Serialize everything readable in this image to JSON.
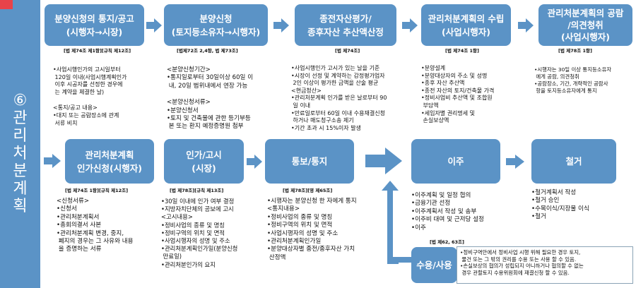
{
  "sidebar": {
    "label": "⑥관리처분계획"
  },
  "top_boxes": [
    {
      "line1": "분양신청의 통지/공고",
      "line2": "(시행자→시장)"
    },
    {
      "line1": "분양신청",
      "line2": "(토지등소유자→시행자)"
    },
    {
      "line1": "종전자산평가/",
      "line2": "종후자산 추산액산정"
    },
    {
      "line1": "관리처분계획의 수립",
      "line2": "(사업시행자)"
    },
    {
      "line1": "관리처분계획의 공람",
      "line2": "/의견청취",
      "line3": "(사업시행자)"
    }
  ],
  "top_laws": [
    "[법 제74조 제1항][규칙 제12조]",
    "[법제72조 2,4항, 법 제73조]",
    "[법 제74조]",
    "[법 제74조 1항]",
    "[법 제78조 1항]"
  ],
  "top_texts": [
    [
      "•사업시행인가의 고시일부터",
      " 120일 이내(사업시행계획인가",
      " 이후 시공자를 선정한 경우에",
      " 는 계약을 체결한 날)",
      "",
      "<통지/공고 내용>",
      "•대지 또는 공람장소에 관계",
      " 서류 비치"
    ],
    [
      "<분양신청기간>",
      "•통지일로부터 30일이상 60일 이",
      " 내, 20일 범위내에서 연장 가능",
      "",
      "<분양신청서류>",
      "•분양신청서",
      "•토지 및 건축물에 관한 등기부등",
      " 본 또는 환지 예정증명원 첨부"
    ],
    [
      "•사업시행인가 고시가 있는 날을 기준",
      "•시장이 선정 및 계약하는 감정평가업자",
      " 2인 이상이 평가한 금액을 산술 평균",
      "<현금청산>",
      "•관리처분계획 인가를 받은 날로부터 90",
      " 일 이내",
      "•만료일로부터 60일 이내 수용재결신청",
      " 하거나 매도청구소송 제기",
      "•기간 초과 시 15%이자 발생"
    ],
    [
      "•분양설계",
      "•분양대상자의 주소 및 성명",
      "•종후 자산 추산액",
      "•종전 자산의 토지/건축물 가격",
      "•정비사업비 추산액 및 조합원",
      " 부담액",
      "•세입자별 권리명세 및",
      " 손실보상액"
    ],
    [
      "•시행자는 30일 이상 통지등소유자",
      " 에게 공람, 의견청취",
      "•공람장소, 기간, 개략적인 공람사",
      " 항을 토지등소유자에게 통지"
    ]
  ],
  "bottom_boxes": [
    {
      "line1": "관리처분계획",
      "line2": "인가신청(시행자)"
    },
    {
      "line1": "인가/고시",
      "line2": "(시장)"
    },
    {
      "line1": "통보/통지"
    },
    {
      "line1": "이주"
    },
    {
      "line1": "철거"
    },
    {
      "line1": "수용/사용"
    }
  ],
  "bottom_laws": [
    "[법 제74조 1항][규칙 제12조]",
    "[법 제78조][규칙 제13조]",
    "[법 제78조][영 제65조]",
    "[법 제62, 63조]"
  ],
  "bottom_texts": [
    [
      "<신청서류>",
      "•신청서",
      "•관리처분계획서",
      "•총회의결서 사본",
      "•관리처분계획 변경, 중지,",
      " 폐지의 경우는 그 사유와 내용",
      " 을 증명하는 서류"
    ],
    [
      "•30일 이내에 인가 여부 결정",
      "•지방자치단체의 공보에 고시",
      "<고시내용>",
      "•정비사업의 종류 및 명칭",
      "•정비구역의 위치 및 면적",
      "•사업시행자의 성명 및 주소",
      "•관리처분계획인가일(분양신청",
      " 만료일)",
      "•관리처분인가의 요지"
    ],
    [
      "•시행자는 분양신청 한 자에게 통지",
      "<통지내용>",
      "•정비사업의 종류 및 명칭",
      "•정비구역의 위치 및 면적",
      "•사업시행자의 성명 및 주소",
      "•관리처분계획인가일",
      "•분양대상자별 종전/종후자산 가치",
      " 산정액"
    ],
    [
      "•이주계획 및 일정 협의",
      "•금융기관 선정",
      "•이주계획서 작성 및 송부",
      "•이주비 대여 및 근저당 설정",
      "•이주"
    ],
    [
      "•철거계획서 작성",
      "•철거 승인",
      "•수목이식/지장물 이식",
      "•철거"
    ]
  ],
  "note": [
    "•정비구역안에서 정비사업 시행 위해 필요한 경우 토지,",
    " 물건 또는 그 밖의 권리를 수용 또는 사용 할 수 있음.",
    "•손실보상의 협의가 성립되지 아니하거나 협의할 수 없는",
    " 경우 관할토지 수용위원회에 재결신청 할 수 있음."
  ]
}
